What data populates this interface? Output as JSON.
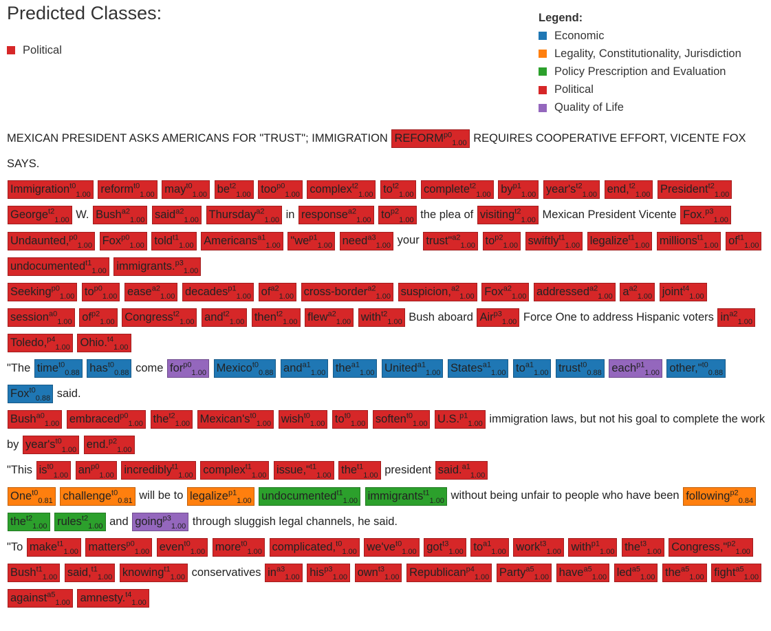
{
  "header": {
    "title": "Predicted Classes:"
  },
  "predicted": [
    {
      "label": "Political",
      "color": "#d62728"
    }
  ],
  "legend": {
    "title": "Legend:",
    "items": [
      {
        "label": "Economic",
        "color": "#1f77b4"
      },
      {
        "label": "Legality, Constitutionality, Jurisdiction",
        "color": "#ff7f0e"
      },
      {
        "label": "Policy Prescription and Evaluation",
        "color": "#2ca02c"
      },
      {
        "label": "Political",
        "color": "#d62728"
      },
      {
        "label": "Quality of Life",
        "color": "#9467bd"
      }
    ]
  },
  "colors": {
    "E": "#1f77b4",
    "L": "#ff7f0e",
    "P": "#2ca02c",
    "R": "#d62728",
    "Q": "#9467bd"
  },
  "paragraphs": [
    [
      [
        "MEXICAN PRESIDENT ASKS AMERICANS FOR \"TRUST\"; IMMIGRATION"
      ],
      [
        "REFORM",
        "R",
        "p0",
        "1.00"
      ],
      [
        "REQUIRES COOPERATIVE EFFORT, VICENTE FOX SAYS."
      ]
    ],
    [
      [
        "Immigration",
        "R",
        "t0",
        "1.00"
      ],
      [
        "reform",
        "R",
        "t0",
        "1.00"
      ],
      [
        "may",
        "R",
        "t0",
        "1.00"
      ],
      [
        "be",
        "R",
        "t2",
        "1.00"
      ],
      [
        "too",
        "R",
        "p0",
        "1.00"
      ],
      [
        "complex",
        "R",
        "t2",
        "1.00"
      ],
      [
        "to",
        "R",
        "t2",
        "1.00"
      ],
      [
        "complete",
        "R",
        "t2",
        "1.00"
      ],
      [
        "by",
        "R",
        "p1",
        "1.00"
      ],
      [
        "year's",
        "R",
        "t2",
        "1.00"
      ],
      [
        "end,",
        "R",
        "t2",
        "1.00"
      ],
      [
        "President",
        "R",
        "t2",
        "1.00"
      ],
      [
        "George",
        "R",
        "t2",
        "1.00"
      ],
      [
        "W."
      ],
      [
        "Bush",
        "R",
        "a2",
        "1.00"
      ],
      [
        "said",
        "R",
        "a2",
        "1.00"
      ],
      [
        "Thursday",
        "R",
        "a2",
        "1.00"
      ],
      [
        "in"
      ],
      [
        "response",
        "R",
        "a2",
        "1.00"
      ],
      [
        "to",
        "R",
        "p2",
        "1.00"
      ],
      [
        "the plea of"
      ],
      [
        "visiting",
        "R",
        "t2",
        "1.00"
      ],
      [
        "Mexican President Vicente"
      ],
      [
        "Fox.",
        "R",
        "p3",
        "1.00"
      ]
    ],
    [
      [
        "Undaunted,",
        "R",
        "p0",
        "1.00"
      ],
      [
        "Fox",
        "R",
        "p0",
        "1.00"
      ],
      [
        "told",
        "R",
        "t1",
        "1.00"
      ],
      [
        "Americans",
        "R",
        "a1",
        "1.00"
      ],
      [
        "\"we",
        "R",
        "p1",
        "1.00"
      ],
      [
        "need",
        "R",
        "a3",
        "1.00"
      ],
      [
        "your"
      ],
      [
        "trust\"",
        "R",
        "a2",
        "1.00"
      ],
      [
        "to",
        "R",
        "p2",
        "1.00"
      ],
      [
        "swiftly",
        "R",
        "t1",
        "1.00"
      ],
      [
        "legalize",
        "R",
        "t1",
        "1.00"
      ],
      [
        "millions",
        "R",
        "t1",
        "1.00"
      ],
      [
        "of",
        "R",
        "t1",
        "1.00"
      ],
      [
        "undocumented",
        "R",
        "t1",
        "1.00"
      ],
      [
        "immigrants.",
        "R",
        "p3",
        "1.00"
      ]
    ],
    [
      [
        "Seeking",
        "R",
        "p0",
        "1.00"
      ],
      [
        "to",
        "R",
        "p0",
        "1.00"
      ],
      [
        "ease",
        "R",
        "a2",
        "1.00"
      ],
      [
        "decades",
        "R",
        "p1",
        "1.00"
      ],
      [
        "of",
        "R",
        "a2",
        "1.00"
      ],
      [
        "cross-border",
        "R",
        "a2",
        "1.00"
      ],
      [
        "suspicion,",
        "R",
        "a2",
        "1.00"
      ],
      [
        "Fox",
        "R",
        "a2",
        "1.00"
      ],
      [
        "addressed",
        "R",
        "a2",
        "1.00"
      ],
      [
        "a",
        "R",
        "a2",
        "1.00"
      ],
      [
        "joint",
        "R",
        "t4",
        "1.00"
      ],
      [
        "session",
        "R",
        "a0",
        "1.00"
      ],
      [
        "of",
        "R",
        "p2",
        "1.00"
      ],
      [
        "Congress",
        "R",
        "t2",
        "1.00"
      ],
      [
        "and",
        "R",
        "t2",
        "1.00"
      ],
      [
        "then",
        "R",
        "t2",
        "1.00"
      ],
      [
        "flew",
        "R",
        "a2",
        "1.00"
      ],
      [
        "with",
        "R",
        "t2",
        "1.00"
      ],
      [
        "Bush aboard"
      ],
      [
        "Air",
        "R",
        "p3",
        "1.00"
      ],
      [
        "Force One to address Hispanic voters"
      ],
      [
        "in",
        "R",
        "a2",
        "1.00"
      ],
      [
        "Toledo,",
        "R",
        "p4",
        "1.00"
      ],
      [
        "Ohio.",
        "R",
        "t4",
        "1.00"
      ]
    ],
    [
      [
        "\"The"
      ],
      [
        "time",
        "E",
        "t0",
        "0.88"
      ],
      [
        "has",
        "E",
        "t0",
        "0.88"
      ],
      [
        "come"
      ],
      [
        "for",
        "Q",
        "p0",
        "1.00"
      ],
      [
        "Mexico",
        "E",
        "t0",
        "0.88"
      ],
      [
        "and",
        "E",
        "a1",
        "1.00"
      ],
      [
        "the",
        "E",
        "a1",
        "1.00"
      ],
      [
        "United",
        "E",
        "a1",
        "1.00"
      ],
      [
        "States",
        "E",
        "a1",
        "1.00"
      ],
      [
        "to",
        "E",
        "a1",
        "1.00"
      ],
      [
        "trust",
        "E",
        "t0",
        "0.88"
      ],
      [
        "each",
        "Q",
        "p1",
        "1.00"
      ],
      [
        "other,\"",
        "E",
        "t0",
        "0.88"
      ],
      [
        "Fox",
        "E",
        "t0",
        "0.88"
      ],
      [
        "said."
      ]
    ],
    [
      [
        "Bush",
        "R",
        "a0",
        "1.00"
      ],
      [
        "embraced",
        "R",
        "p0",
        "1.00"
      ],
      [
        "the",
        "R",
        "t2",
        "1.00"
      ],
      [
        "Mexican's",
        "R",
        "t0",
        "1.00"
      ],
      [
        "wish",
        "R",
        "t0",
        "1.00"
      ],
      [
        "to",
        "R",
        "t0",
        "1.00"
      ],
      [
        "soften",
        "R",
        "t0",
        "1.00"
      ],
      [
        "U.S.",
        "R",
        "p1",
        "1.00"
      ],
      [
        "immigration laws, but not his goal to complete the work by"
      ],
      [
        "year's",
        "R",
        "t0",
        "1.00"
      ],
      [
        "end.",
        "R",
        "p2",
        "1.00"
      ]
    ],
    [
      [
        "\"This"
      ],
      [
        "is",
        "R",
        "t0",
        "1.00"
      ],
      [
        "an",
        "R",
        "p0",
        "1.00"
      ],
      [
        "incredibly",
        "R",
        "t1",
        "1.00"
      ],
      [
        "complex",
        "R",
        "t1",
        "1.00"
      ],
      [
        "issue,\"",
        "R",
        "t1",
        "1.00"
      ],
      [
        "the",
        "R",
        "t1",
        "1.00"
      ],
      [
        "president"
      ],
      [
        "said.",
        "R",
        "a1",
        "1.00"
      ]
    ],
    [
      [
        "One",
        "L",
        "t0",
        "0.81"
      ],
      [
        "challenge",
        "L",
        "t0",
        "0.81"
      ],
      [
        "will be to"
      ],
      [
        "legalize",
        "L",
        "p1",
        "1.00"
      ],
      [
        "undocumented",
        "P",
        "t1",
        "1.00"
      ],
      [
        "immigrants",
        "P",
        "t1",
        "1.00"
      ],
      [
        "without being unfair to people who have been"
      ],
      [
        "following",
        "L",
        "p2",
        "0.84"
      ],
      [
        "the",
        "P",
        "t2",
        "1.00"
      ],
      [
        "rules",
        "P",
        "t2",
        "1.00"
      ],
      [
        "and"
      ],
      [
        "going",
        "Q",
        "p3",
        "1.00"
      ],
      [
        "through sluggish legal channels, he said."
      ]
    ],
    [
      [
        "\"To"
      ],
      [
        "make",
        "R",
        "t1",
        "1.00"
      ],
      [
        "matters",
        "R",
        "p0",
        "1.00"
      ],
      [
        "even",
        "R",
        "t0",
        "1.00"
      ],
      [
        "more",
        "R",
        "t0",
        "1.00"
      ],
      [
        "complicated,",
        "R",
        "t0",
        "1.00"
      ],
      [
        "we've",
        "R",
        "t0",
        "1.00"
      ],
      [
        "got",
        "R",
        "t3",
        "1.00"
      ],
      [
        "to",
        "R",
        "a1",
        "1.00"
      ],
      [
        "work",
        "R",
        "t3",
        "1.00"
      ],
      [
        "with",
        "R",
        "p1",
        "1.00"
      ],
      [
        "the",
        "R",
        "t3",
        "1.00"
      ],
      [
        "Congress,\"",
        "R",
        "p2",
        "1.00"
      ],
      [
        "Bush",
        "R",
        "t1",
        "1.00"
      ],
      [
        "said,",
        "R",
        "t1",
        "1.00"
      ],
      [
        "knowing",
        "R",
        "t1",
        "1.00"
      ],
      [
        "conservatives"
      ],
      [
        "in",
        "R",
        "a3",
        "1.00"
      ],
      [
        "his",
        "R",
        "p3",
        "1.00"
      ],
      [
        "own",
        "R",
        "t3",
        "1.00"
      ],
      [
        "Republican",
        "R",
        "p4",
        "1.00"
      ],
      [
        "Party",
        "R",
        "a5",
        "1.00"
      ],
      [
        "have",
        "R",
        "a5",
        "1.00"
      ],
      [
        "led",
        "R",
        "a5",
        "1.00"
      ],
      [
        "the",
        "R",
        "a5",
        "1.00"
      ],
      [
        "fight",
        "R",
        "a5",
        "1.00"
      ],
      [
        "against",
        "R",
        "a5",
        "1.00"
      ],
      [
        "amnesty.",
        "R",
        "t4",
        "1.00"
      ]
    ]
  ]
}
